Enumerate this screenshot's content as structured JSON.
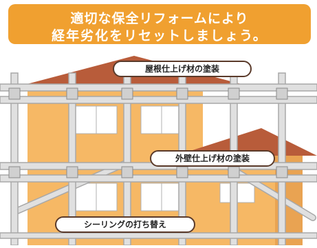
{
  "banner": {
    "line1": "適切な保全リフォームにより",
    "line2": "経年劣化をリセットしましょう。",
    "color": "#f0a030"
  },
  "callouts": {
    "roof": "屋根仕上げ材の塗装",
    "wall": "外壁仕上げ材の塗装",
    "sealing": "シーリングの打ち替え"
  },
  "colors": {
    "wall": "#f6b865",
    "roof": "#b85c3a",
    "scaffold": "#e0e0e0",
    "scaffold_stroke": "#a8a8a8",
    "window": "#ffffff"
  }
}
